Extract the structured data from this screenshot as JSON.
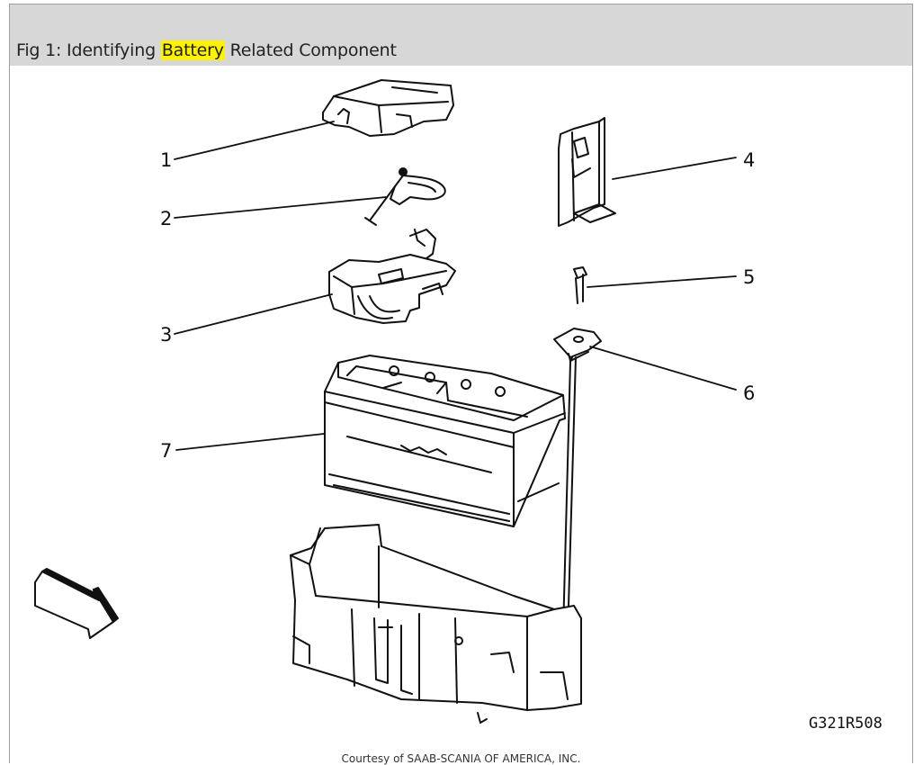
{
  "caption": {
    "prefix": "Fig 1: Identifying ",
    "highlight": "Battery",
    "suffix": " Related Component"
  },
  "callouts": [
    "1",
    "2",
    "3",
    "4",
    "5",
    "6",
    "7"
  ],
  "figure_id": "G321R508",
  "courtesy": "Courtesy of SAAB-SCANIA OF AMERICA, INC.",
  "colors": {
    "caption_bar": "#d7d7d7",
    "highlight": "#fff200"
  }
}
